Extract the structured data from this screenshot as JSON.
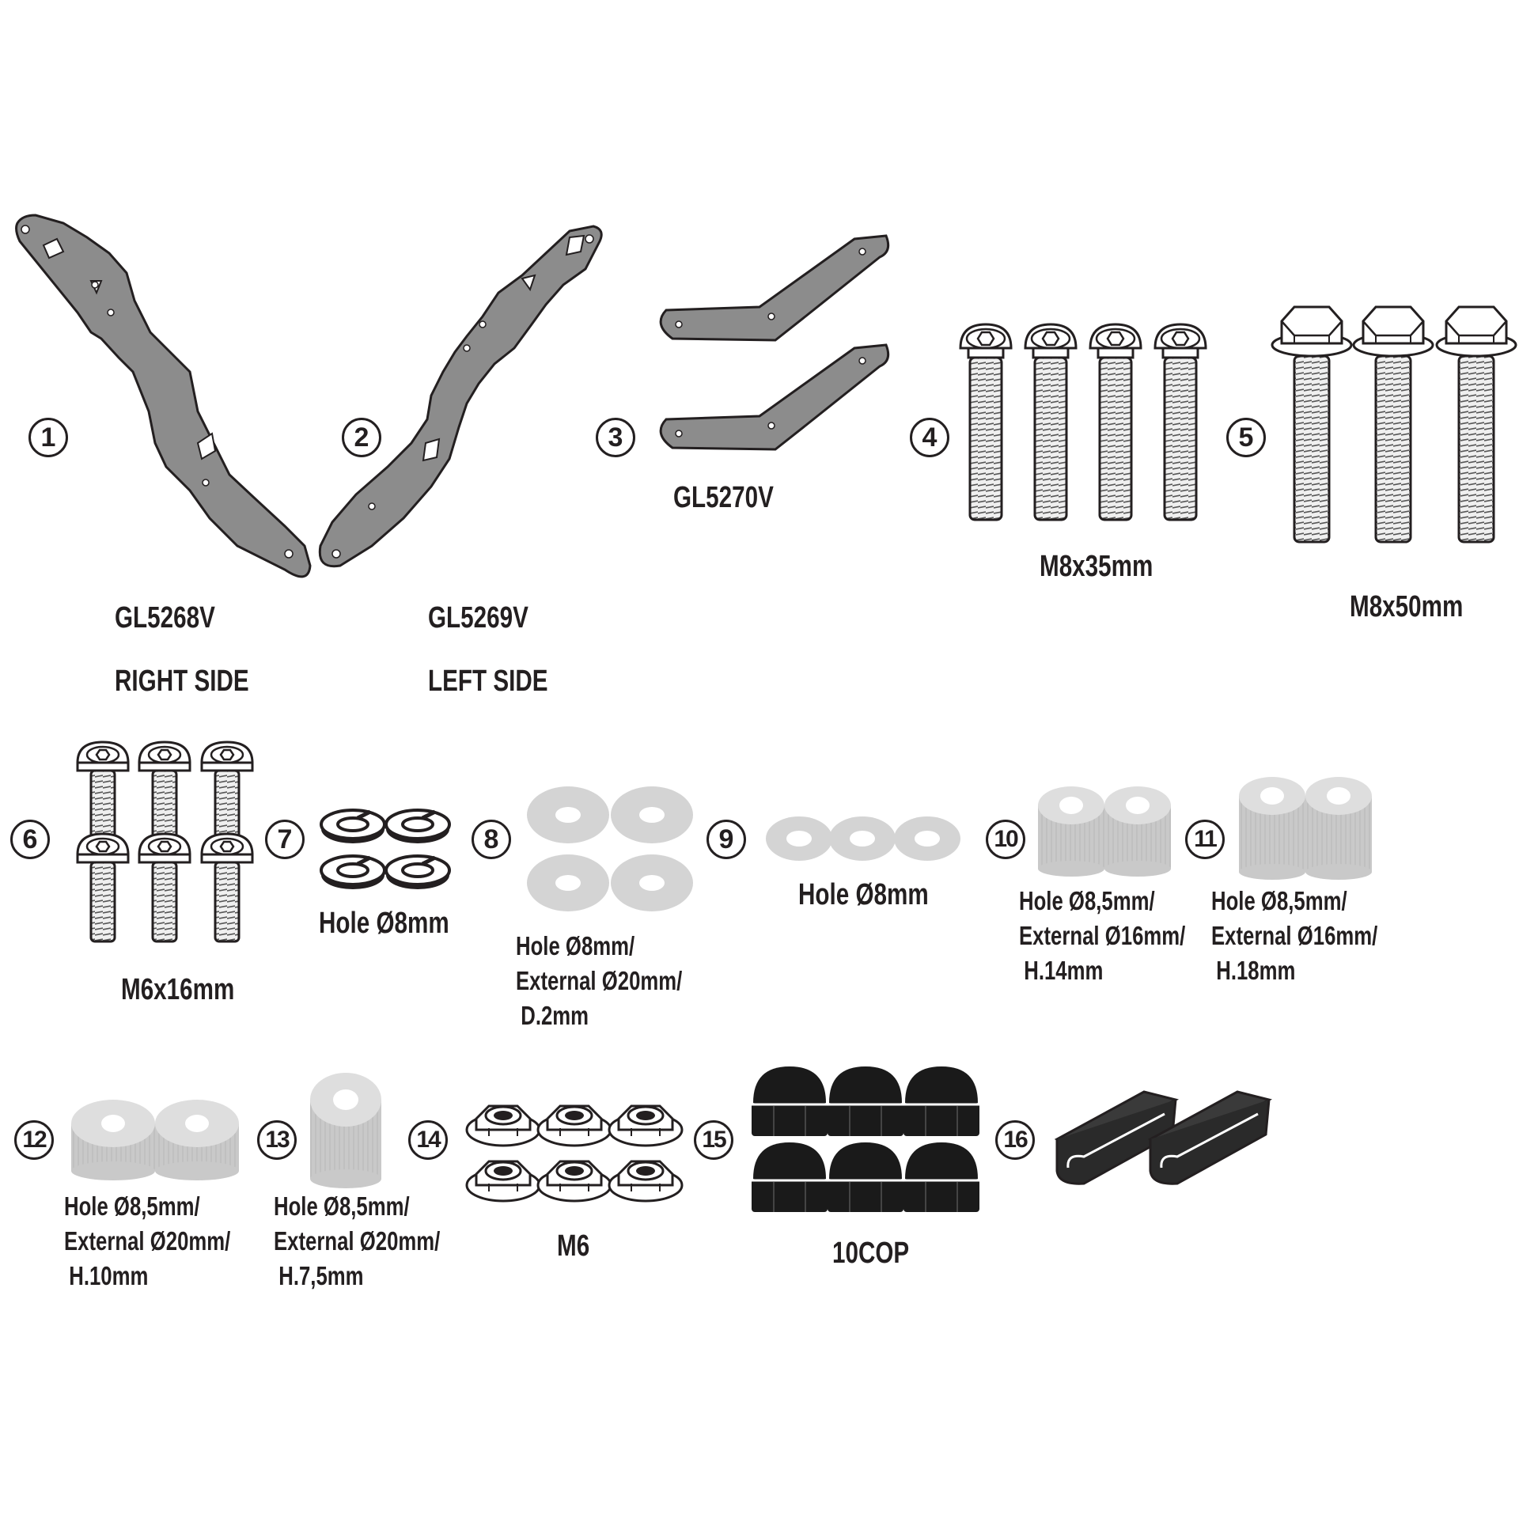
{
  "colors": {
    "ink": "#231f20",
    "steel": "#8c8c8c",
    "metal": "#c8c8c8",
    "cap": "#1a1a1a"
  },
  "parts": [
    {
      "number": "1",
      "code": "GL5268V",
      "side": "RIGHT SIDE",
      "icon": "bracket-right-icon"
    },
    {
      "number": "2",
      "code": "GL5269V",
      "side": "LEFT SIDE",
      "icon": "bracket-left-icon"
    },
    {
      "number": "3",
      "code": "GL5270V",
      "icon": "plate-bracket-icon"
    },
    {
      "number": "4",
      "spec": "M8x35mm",
      "icon": "hex-socket-bolt-icon"
    },
    {
      "number": "5",
      "spec": "M8x50mm",
      "icon": "flange-hex-bolt-icon"
    },
    {
      "number": "6",
      "spec": "M6x16mm",
      "icon": "button-head-bolt-icon"
    },
    {
      "number": "7",
      "spec": "Hole Ø8mm",
      "icon": "spring-washer-icon"
    },
    {
      "number": "8",
      "spec_lines": [
        "Hole Ø8mm/",
        "External Ø20mm/",
        " D.2mm"
      ],
      "icon": "large-flat-washer-icon"
    },
    {
      "number": "9",
      "spec": "Hole Ø8mm",
      "icon": "flat-washer-icon"
    },
    {
      "number": "10",
      "spec_lines": [
        "Hole Ø8,5mm/",
        "External Ø16mm/",
        " H.14mm"
      ],
      "icon": "spacer-icon"
    },
    {
      "number": "11",
      "spec_lines": [
        "Hole Ø8,5mm/",
        "External Ø16mm/",
        " H.18mm"
      ],
      "icon": "spacer-icon"
    },
    {
      "number": "12",
      "spec_lines": [
        "Hole Ø8,5mm/",
        "External Ø20mm/",
        " H.10mm"
      ],
      "icon": "spacer-icon"
    },
    {
      "number": "13",
      "spec_lines": [
        "Hole Ø8,5mm/",
        "External Ø20mm/",
        " H.7,5mm"
      ],
      "icon": "spacer-icon"
    },
    {
      "number": "14",
      "spec": "M6",
      "icon": "flange-lock-nut-icon"
    },
    {
      "number": "15",
      "spec": "10COP",
      "icon": "bolt-cap-icon"
    },
    {
      "number": "16",
      "icon": "cable-clip-icon"
    }
  ]
}
